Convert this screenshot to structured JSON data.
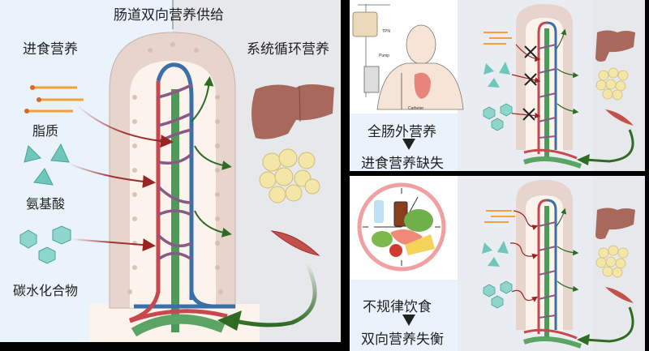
{
  "main_panel": {
    "title": "肠道双向营养供给",
    "left_label": "进食营养",
    "right_label": "系统循环营养",
    "nutrients": [
      {
        "label": "脂质",
        "icon": "lipid-lines-icon"
      },
      {
        "label": "氨基酸",
        "icon": "triangle-icon"
      },
      {
        "label": "碳水化合物",
        "icon": "hexagon-icon"
      }
    ],
    "organs": [
      "liver-icon",
      "adipose-tissue-icon",
      "muscle-icon"
    ]
  },
  "tpn_panel": {
    "illustration_labels": {
      "bag": "TPN",
      "pump": "Pump",
      "catheter": "Catheter"
    },
    "caption_top": "全肠外营养",
    "caption_bottom": "进食营养缺失",
    "blocked_marker": "✕"
  },
  "irregular_panel": {
    "caption_top": "不规律饮食",
    "caption_bottom": "双向营养失衡"
  },
  "colors": {
    "left_bg": "#eaf2fb",
    "right_bg": "#e7e8eb",
    "villus_wall": "#e7d5cd",
    "villus_inner": "#fbf3ec",
    "artery": "#c8484f",
    "vein": "#3a6fa8",
    "lacteal": "#4d9a5a",
    "nutrient_orange": "#f2a23a",
    "nutrient_teal": "#6fc7bb",
    "dark_green_arrow": "#2f6b25",
    "dark_red_arrow": "#9a2424",
    "liver": "#a8685c",
    "fat": "#f3e6a7",
    "muscle": "#c4504a"
  }
}
